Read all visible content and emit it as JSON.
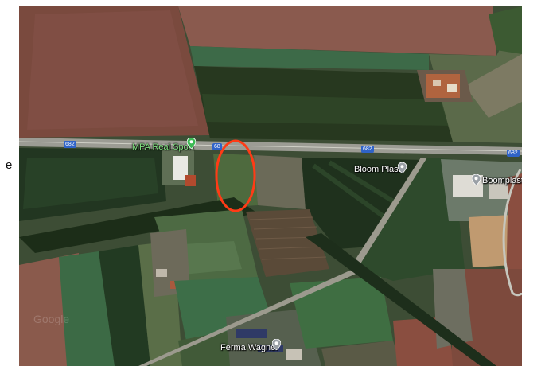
{
  "edge_fragment": "e",
  "places": [
    {
      "id": "mpa-real-sport",
      "label": "MPA Real Sport",
      "pin": "green"
    },
    {
      "id": "bloom-plast",
      "label": "Bloom Plast",
      "pin": "gray"
    },
    {
      "id": "boomplast-srl",
      "label": "Boomplast srl",
      "pin": "gray"
    },
    {
      "id": "ferma-wagner",
      "label": "Ferma Wagner",
      "pin": "gray"
    }
  ],
  "road_shields": [
    "682",
    "68",
    "682",
    "682"
  ],
  "watermark": "Google",
  "annotation": {
    "shape": "ellipse",
    "color": "#ff3b16"
  },
  "colors": {
    "pin_green": "#3cba54",
    "pin_gray": "#9aa0a6",
    "shield_blue": "#2f63c8",
    "road": "#b8b8b0"
  }
}
